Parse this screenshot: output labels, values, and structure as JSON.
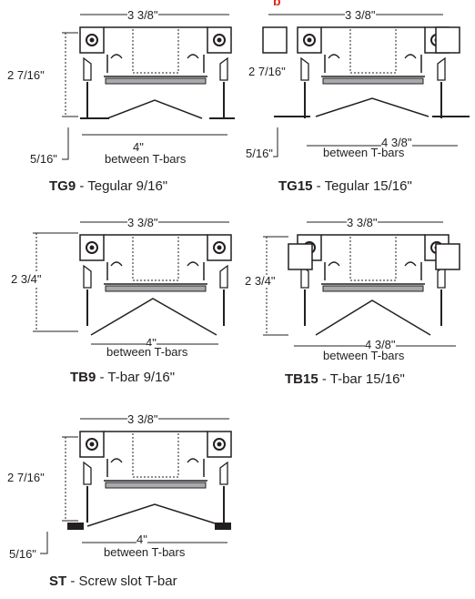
{
  "header": {
    "cut_text": "p"
  },
  "figures": [
    {
      "code": "TG9",
      "desc": " - Tegular 9/16\"",
      "top_dim": "3 3/8\"",
      "height_dim": "2 7/16\"",
      "flange_dim": "5/16\"",
      "bottom_dim": "4\"",
      "between": "between T-bars"
    },
    {
      "code": "TG15",
      "desc": " - Tegular 15/16\"",
      "top_dim": "3 3/8\"",
      "height_dim": "2 7/16\"",
      "flange_dim": "5/16\"",
      "bottom_dim": "4 3/8\"",
      "between": "between T-bars"
    },
    {
      "code": "TB9",
      "desc": " - T-bar 9/16\"",
      "top_dim": "3 3/8\"",
      "height_dim": "2 3/4\"",
      "bottom_dim": "4\"",
      "between": "between T-bars"
    },
    {
      "code": "TB15",
      "desc": " - T-bar 15/16\"",
      "top_dim": "3 3/8\"",
      "height_dim": "2 3/4\"",
      "bottom_dim": "4 3/8\"",
      "between": "between T-bars"
    },
    {
      "code": "ST",
      "desc": " - Screw slot T-bar",
      "top_dim": "3 3/8\"",
      "height_dim": "2 7/16\"",
      "flange_dim": "5/16\"",
      "bottom_dim": "4\"",
      "between": "between T-bars"
    }
  ]
}
